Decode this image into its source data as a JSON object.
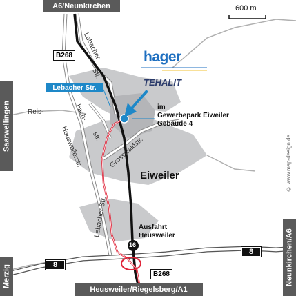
{
  "edges": {
    "top": "A6/Neunkirchen",
    "bottom": "Heusweiler/Riegelsberg/A1",
    "left_upper": "Saarwellingen",
    "left_lower": "Merzig",
    "right": "Neunkirchen/A6"
  },
  "scale_label": "600 m",
  "road_labels": {
    "b268_north": "B268",
    "b268_south": "B268",
    "a8_west": "8",
    "a8_east": "8",
    "exit_number": "16"
  },
  "streets": {
    "lebacher_north_1": "Lebacher",
    "lebacher_north_2": "Str.",
    "reis": "Reis-",
    "bach": "bach-",
    "str": "str.",
    "heusweilerstr": "Heusweilerstr.",
    "grosswaldstr": "Grosswaldstr.",
    "lebacher_south": "Lebacher Str."
  },
  "callout": "Lebacher Str.",
  "place": "Eiweiler",
  "exit_label": [
    "Ausfahrt",
    "Heusweiler"
  ],
  "destination": [
    "im",
    "Gewerbepark Eiweiler",
    "Gebäude 4"
  ],
  "logos": {
    "hager": "hager",
    "tehalit": "TEHALIT"
  },
  "credit": "© www.map-design.de",
  "colors": {
    "route": "#e0263a",
    "callout": "#1e88c8",
    "hager_blue": "#1e6fc0",
    "edge_bar": "#5a5a5a"
  }
}
